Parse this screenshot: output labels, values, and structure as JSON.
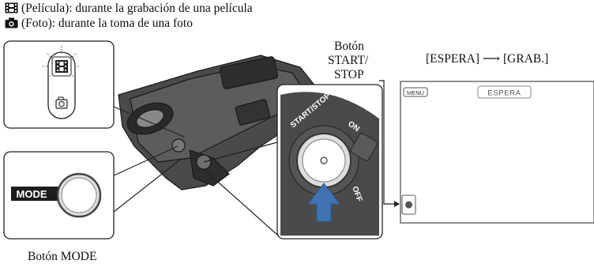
{
  "legend": {
    "movie_line": "(Película): durante la grabación de una película",
    "photo_line": "(Foto): durante la toma de una foto"
  },
  "labels": {
    "start_stop_button_line1": "Botón",
    "start_stop_button_line2": "START/",
    "start_stop_button_line3": "STOP",
    "mode_button": "Botón MODE",
    "state_transition": "[ESPERA] ⟶ [GRAB.]"
  },
  "panels": {
    "mode_key_label": "MODE",
    "start_stop_dial_label": "START/STOP",
    "dial_on": "ON",
    "dial_off": "OFF"
  },
  "screen": {
    "menu_button": "MENU",
    "status_badge": "ESPERA"
  },
  "colors": {
    "arrow_blue": "#3f73b1",
    "line": "#222222",
    "screen_border": "#6a6a6a"
  },
  "icons": {
    "movie": "film-strip-icon",
    "photo": "camera-icon"
  }
}
